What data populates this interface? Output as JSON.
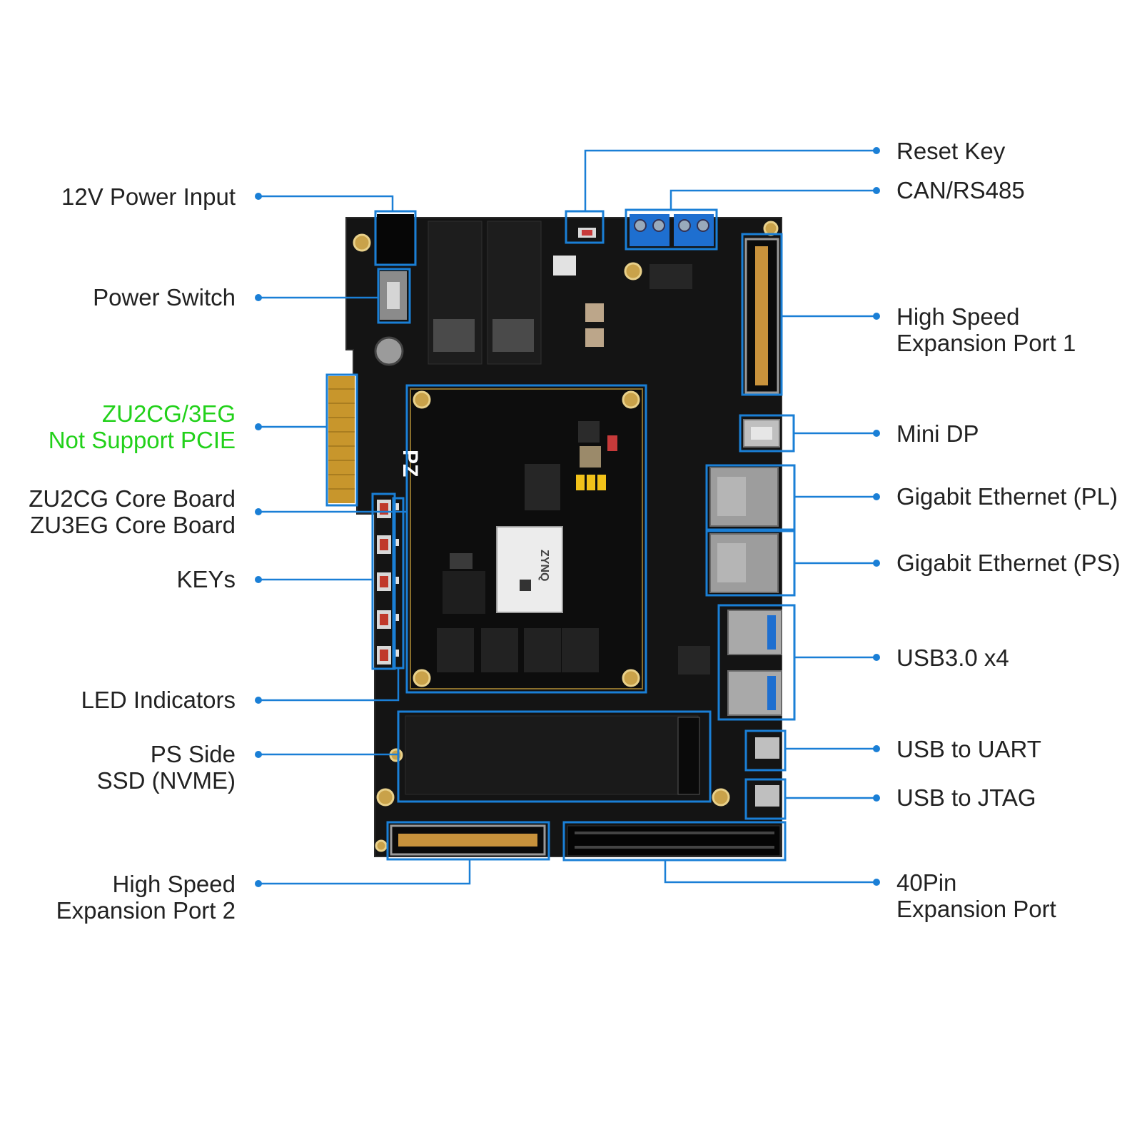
{
  "accent_color": "#1a7fd6",
  "pcb_color": "#141414",
  "highlight_color": "#22d11a",
  "chip_marking": "ZYNQ",
  "core_logo": "PZ",
  "labels": {
    "power_input": "12V Power Input",
    "power_switch": "Power Switch",
    "pcie_line1": "ZU2CG/3EG",
    "pcie_line2": "Not Support PCIE",
    "core_line1": "ZU2CG Core Board",
    "core_line2": "ZU3EG Core Board",
    "keys": "KEYs",
    "led": "LED Indicators",
    "ssd_line1": "PS Side",
    "ssd_line2": "SSD (NVME)",
    "hs2_line1": "High Speed",
    "hs2_line2": "Expansion Port 2",
    "reset_key": "Reset Key",
    "can_rs485": "CAN/RS485",
    "hs1_line1": "High Speed",
    "hs1_line2": "Expansion Port 1",
    "mini_dp": "Mini DP",
    "eth_pl": "Gigabit Ethernet (PL)",
    "eth_ps": "Gigabit Ethernet (PS)",
    "usb30": "USB3.0 x4",
    "usb_uart": "USB to UART",
    "usb_jtag": "USB to JTAG",
    "pin40_line1": "40Pin",
    "pin40_line2": "Expansion Port"
  }
}
